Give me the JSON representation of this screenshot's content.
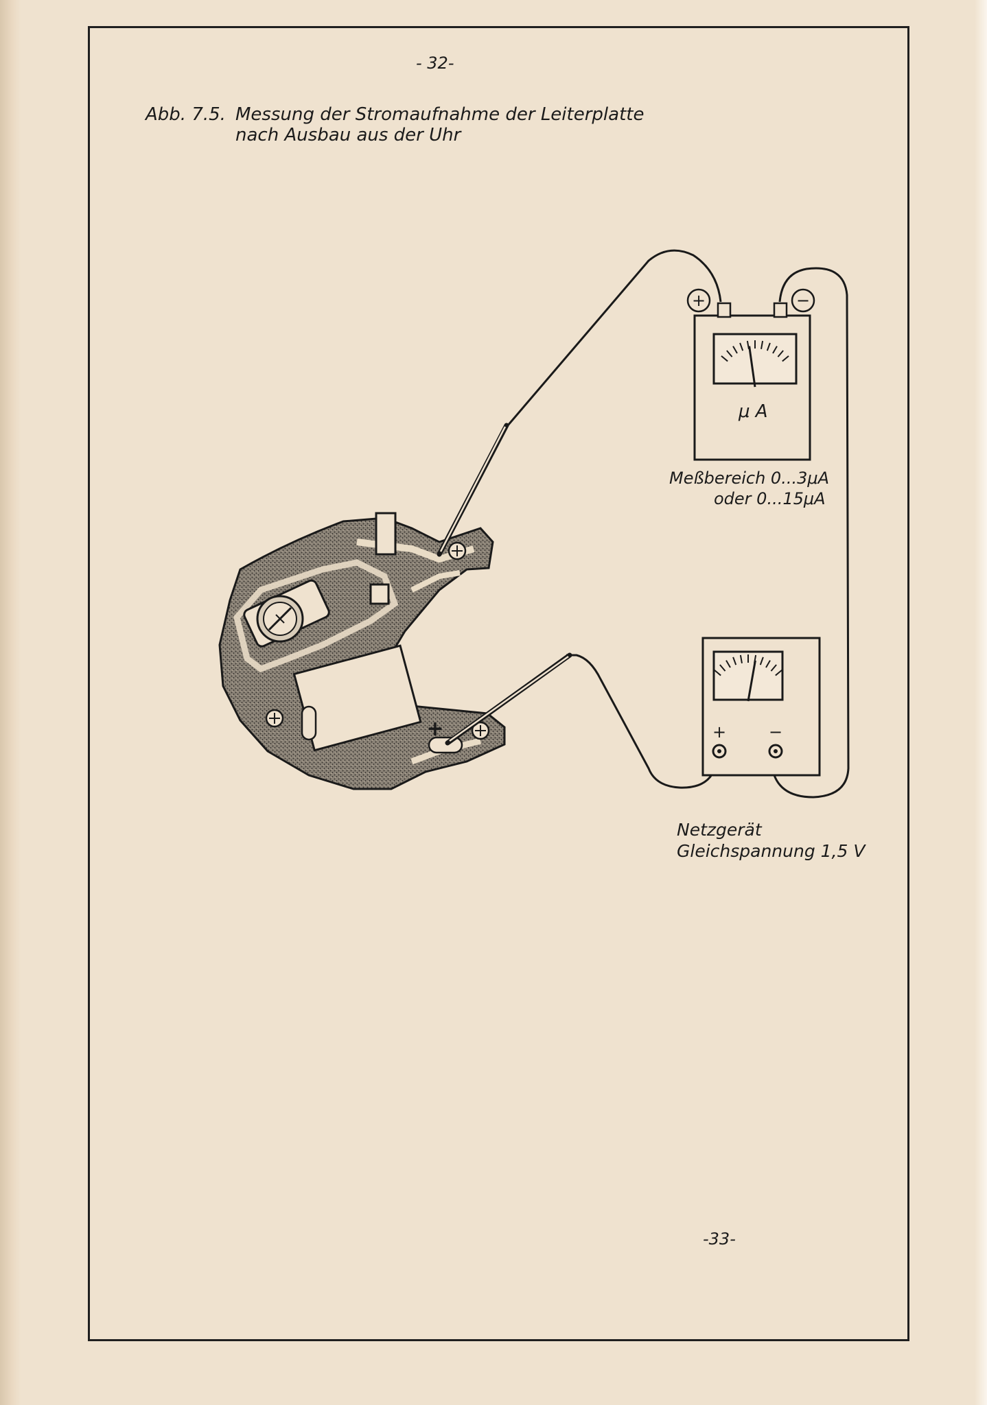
{
  "page": {
    "page_number_top": "- 32-",
    "page_number_bottom": "-33-"
  },
  "caption": {
    "number": "Abb. 7.5.",
    "line1": "Messung der Stromaufnahme der Leiterplatte",
    "line2": "nach Ausbau aus der Uhr"
  },
  "ammeter": {
    "unit_label": "μ A",
    "plus_label": "+",
    "minus_label": "−",
    "range_line1": "Meßbereich 0...3μA",
    "range_line2": "oder 0...15μA"
  },
  "power_supply": {
    "plus_label": "+",
    "minus_label": "−",
    "label_line1": "Netzgerät",
    "label_line2": "Gleichspannung 1,5 V"
  },
  "board": {
    "plus_label": "+"
  }
}
